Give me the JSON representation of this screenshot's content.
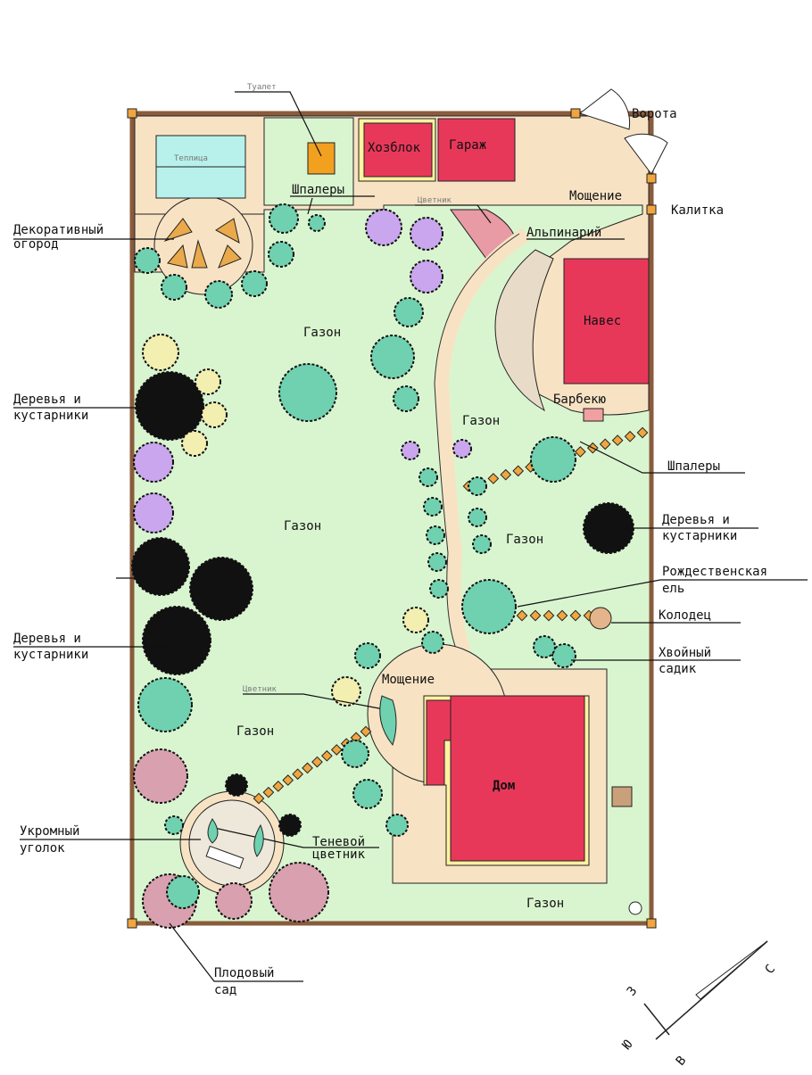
{
  "title": "План садового участка",
  "labels": {
    "toilet": "Туалет",
    "greenhouse": "Теплица",
    "shed": "Хозблок",
    "garage": "Гараж",
    "gate": "Ворота",
    "paving_top": "Мощение",
    "wicket": "Калитка",
    "trellis_top": "Шпалеры",
    "flowerbed_top": "Цветник",
    "rockery": "Альпинарий",
    "canopy": "Навес",
    "bbq": "Барбекю",
    "decor_garden_1": "Декоративный",
    "decor_garden_2": "огород",
    "lawn": "Газон",
    "trees_1": "Деревья и",
    "trees_2": "кустарники",
    "trellis_right": "Шпалеры",
    "xmas_1": "Рождественская",
    "xmas_2": "ель",
    "well": "Колодец",
    "conifer_1": "Хвойный",
    "conifer_2": "садик",
    "paving_house": "Мощение",
    "flowerbed_left": "Цветник",
    "house": "Дом",
    "nook_1": "Укромный",
    "nook_2": "уголок",
    "shade_1": "Теневой",
    "shade_2": "цветник",
    "orchard_1": "Плодовый",
    "orchard_2": "сад"
  },
  "compass": {
    "north": "С",
    "south": "Ю",
    "west": "З",
    "east": "В"
  },
  "colors": {
    "lawn": "#d9f5d0",
    "paving": "#f7e3c4",
    "building": "#e8385a",
    "greenhouse": "#b8f1ec",
    "path_tiles": "#f0a640",
    "tree_teal": "#6fd1b0",
    "tree_lilac": "#c9a6ee",
    "tree_yellow": "#f3efb0"
  }
}
